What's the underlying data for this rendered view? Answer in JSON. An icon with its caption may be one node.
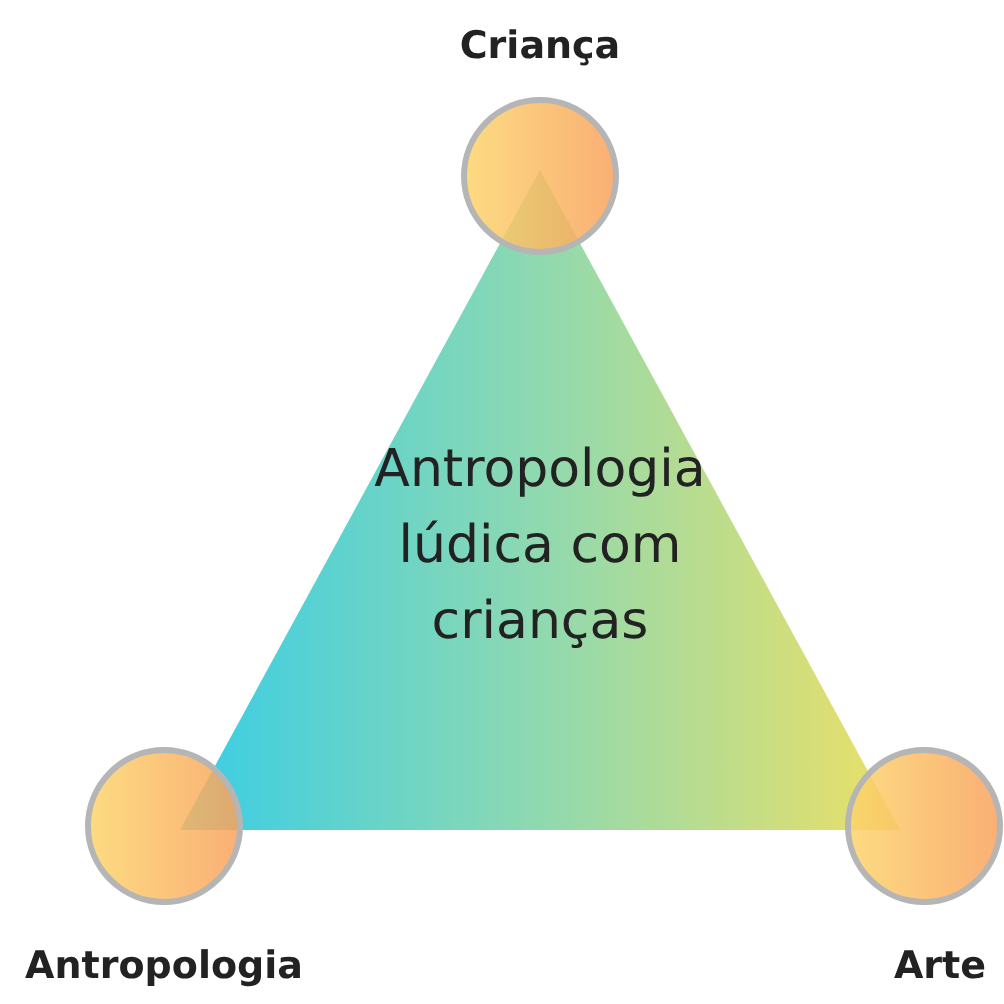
{
  "diagram": {
    "nodes": [
      {
        "text": [
          "Antropologia lúdica com crianças"
        ]
      },
      {
        "text": [],
        "shape": "circle",
        "beside": [
          "Criança"
        ]
      },
      {
        "text": [],
        "shape": "circle",
        "beside": [
          "Antropologia"
        ]
      },
      {
        "text": [],
        "shape": "circle",
        "beside": [
          "Arte"
        ]
      }
    ]
  }
}
